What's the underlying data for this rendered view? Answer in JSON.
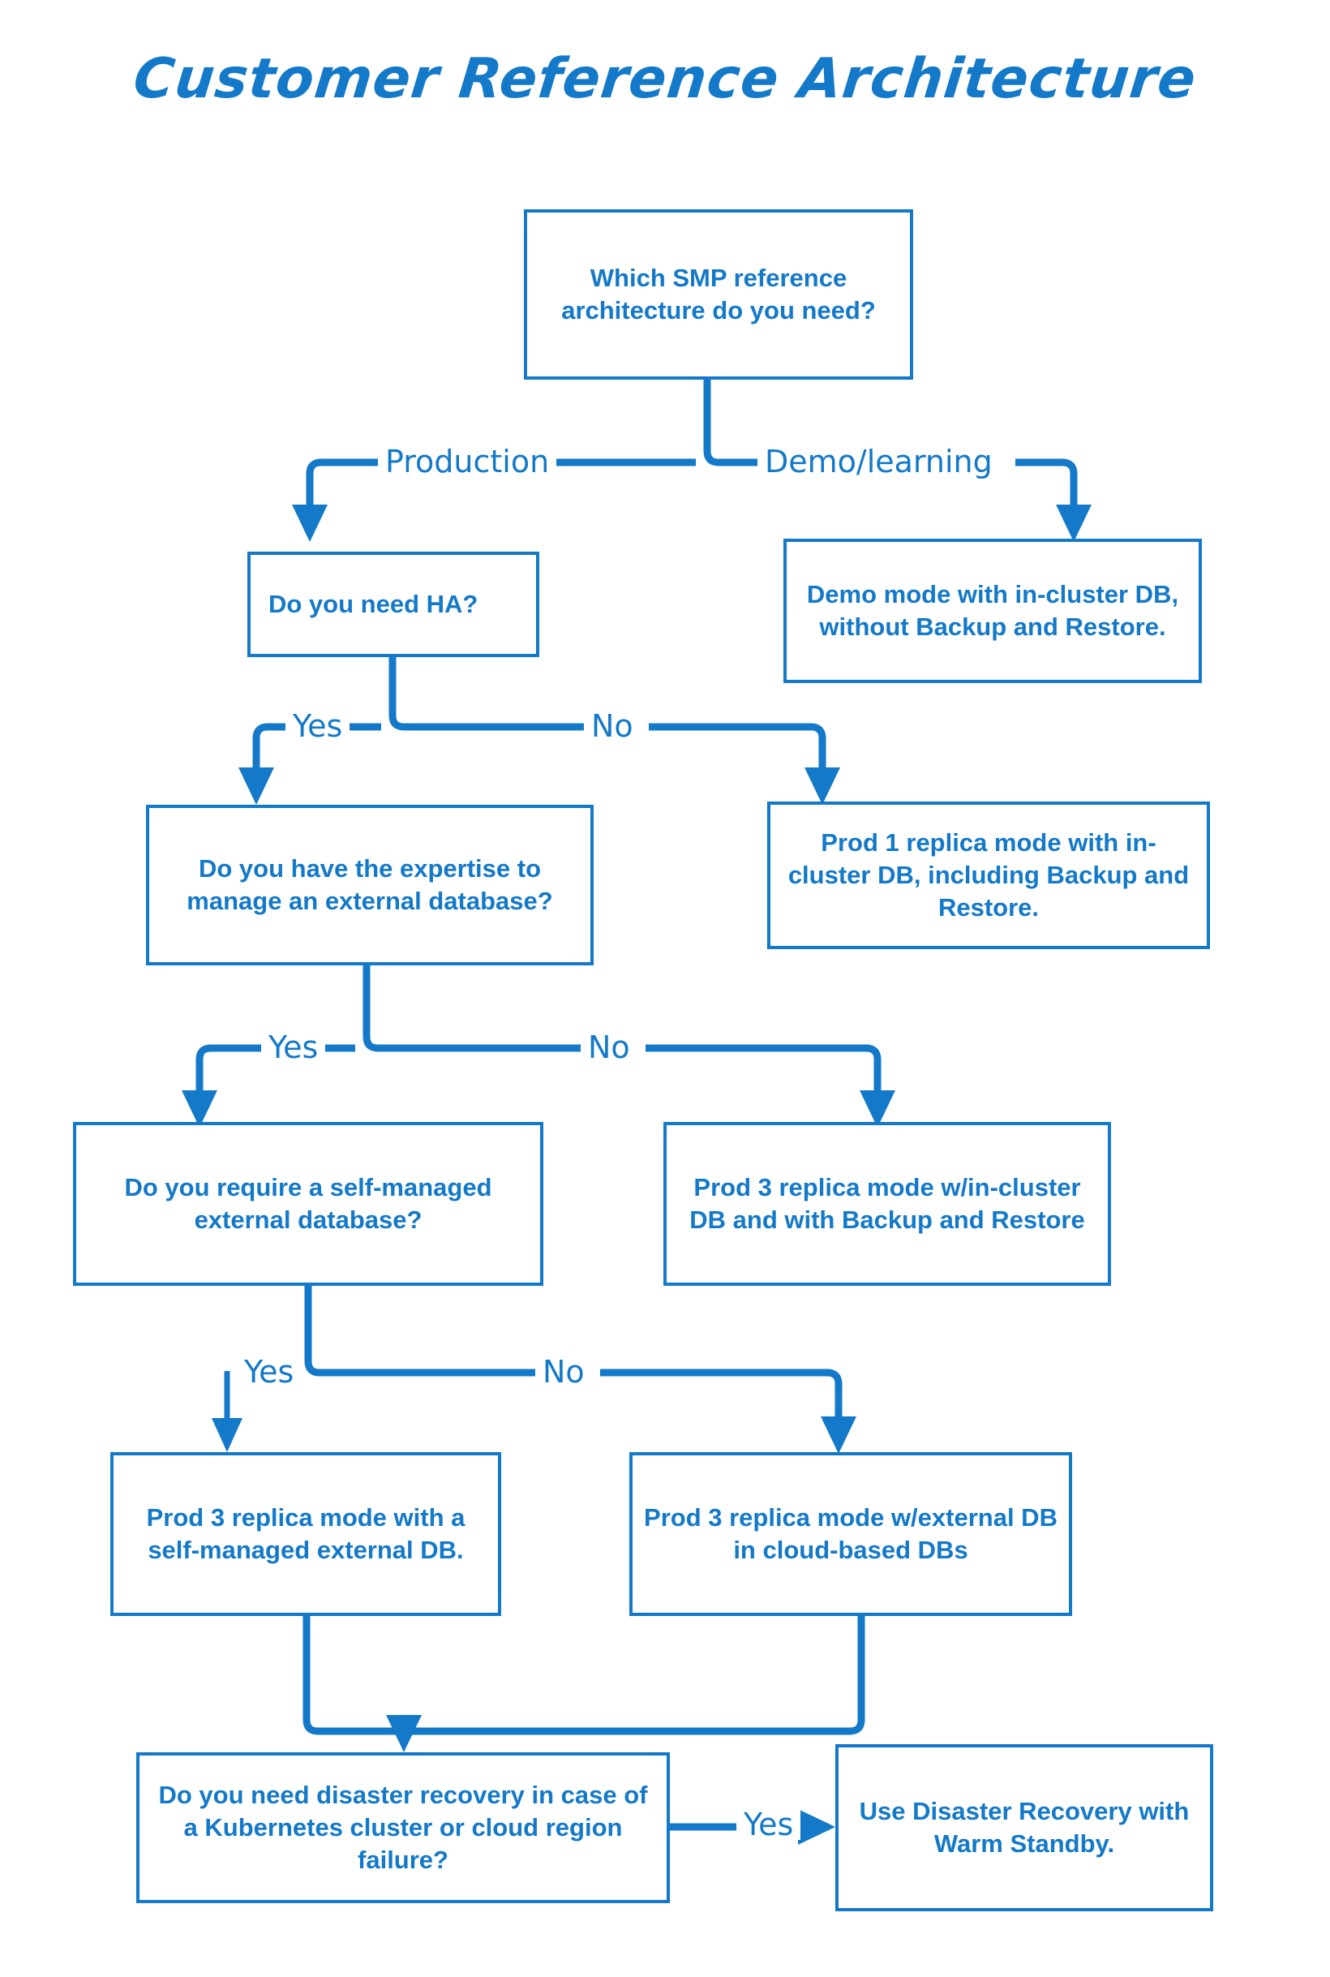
{
  "page": {
    "title": "Customer Reference Architecture",
    "background_color": "#ffffff",
    "accent_color": "#1379c8"
  },
  "diagram": {
    "type": "flowchart",
    "orientation": "top-down",
    "nodes": [
      {
        "id": "q_arch",
        "kind": "decision",
        "text": "Which SMP reference architecture do you need?"
      },
      {
        "id": "demo",
        "kind": "outcome",
        "text": "Demo mode with in-cluster DB, without Backup and Restore."
      },
      {
        "id": "q_ha",
        "kind": "decision",
        "text": "Do you need HA?"
      },
      {
        "id": "prod1",
        "kind": "outcome",
        "text": "Prod 1 replica mode with in-cluster DB, including Backup and Restore."
      },
      {
        "id": "q_expertise",
        "kind": "decision",
        "text": "Do you have the expertise to manage an external database?"
      },
      {
        "id": "prod3_incl",
        "kind": "outcome",
        "text": "Prod 3 replica mode w/in-cluster DB and with Backup and Restore"
      },
      {
        "id": "q_selfmgd",
        "kind": "decision",
        "text": "Do you require a self-managed external database?"
      },
      {
        "id": "prod3_self",
        "kind": "outcome",
        "text": "Prod 3 replica mode with a self-managed external DB."
      },
      {
        "id": "prod3_cloud",
        "kind": "outcome",
        "text": "Prod 3 replica mode w/external DB in cloud-based DBs"
      },
      {
        "id": "q_dr",
        "kind": "decision",
        "text": "Do you need disaster recovery in case of a Kubernetes cluster or cloud region failure?"
      },
      {
        "id": "dr_warm",
        "kind": "outcome",
        "text": "Use Disaster Recovery with Warm Standby."
      }
    ],
    "edges": [
      {
        "from": "q_arch",
        "to": "q_ha",
        "label": "Production"
      },
      {
        "from": "q_arch",
        "to": "demo",
        "label": "Demo/learning"
      },
      {
        "from": "q_ha",
        "to": "q_expertise",
        "label": "Yes"
      },
      {
        "from": "q_ha",
        "to": "prod1",
        "label": "No"
      },
      {
        "from": "q_expertise",
        "to": "q_selfmgd",
        "label": "Yes"
      },
      {
        "from": "q_expertise",
        "to": "prod3_incl",
        "label": "No"
      },
      {
        "from": "q_selfmgd",
        "to": "prod3_self",
        "label": "Yes"
      },
      {
        "from": "q_selfmgd",
        "to": "prod3_cloud",
        "label": "No"
      },
      {
        "from": "prod3_self",
        "to": "q_dr",
        "label": ""
      },
      {
        "from": "prod3_cloud",
        "to": "q_dr",
        "label": ""
      },
      {
        "from": "q_dr",
        "to": "dr_warm",
        "label": "Yes"
      }
    ],
    "edge_labels": {
      "production": "Production",
      "demo_learning": "Demo/learning",
      "ha_yes": "Yes",
      "ha_no": "No",
      "expertise_yes": "Yes",
      "expertise_no": "No",
      "selfmgd_yes": "Yes",
      "selfmgd_no": "No",
      "dr_yes": "Yes"
    }
  }
}
